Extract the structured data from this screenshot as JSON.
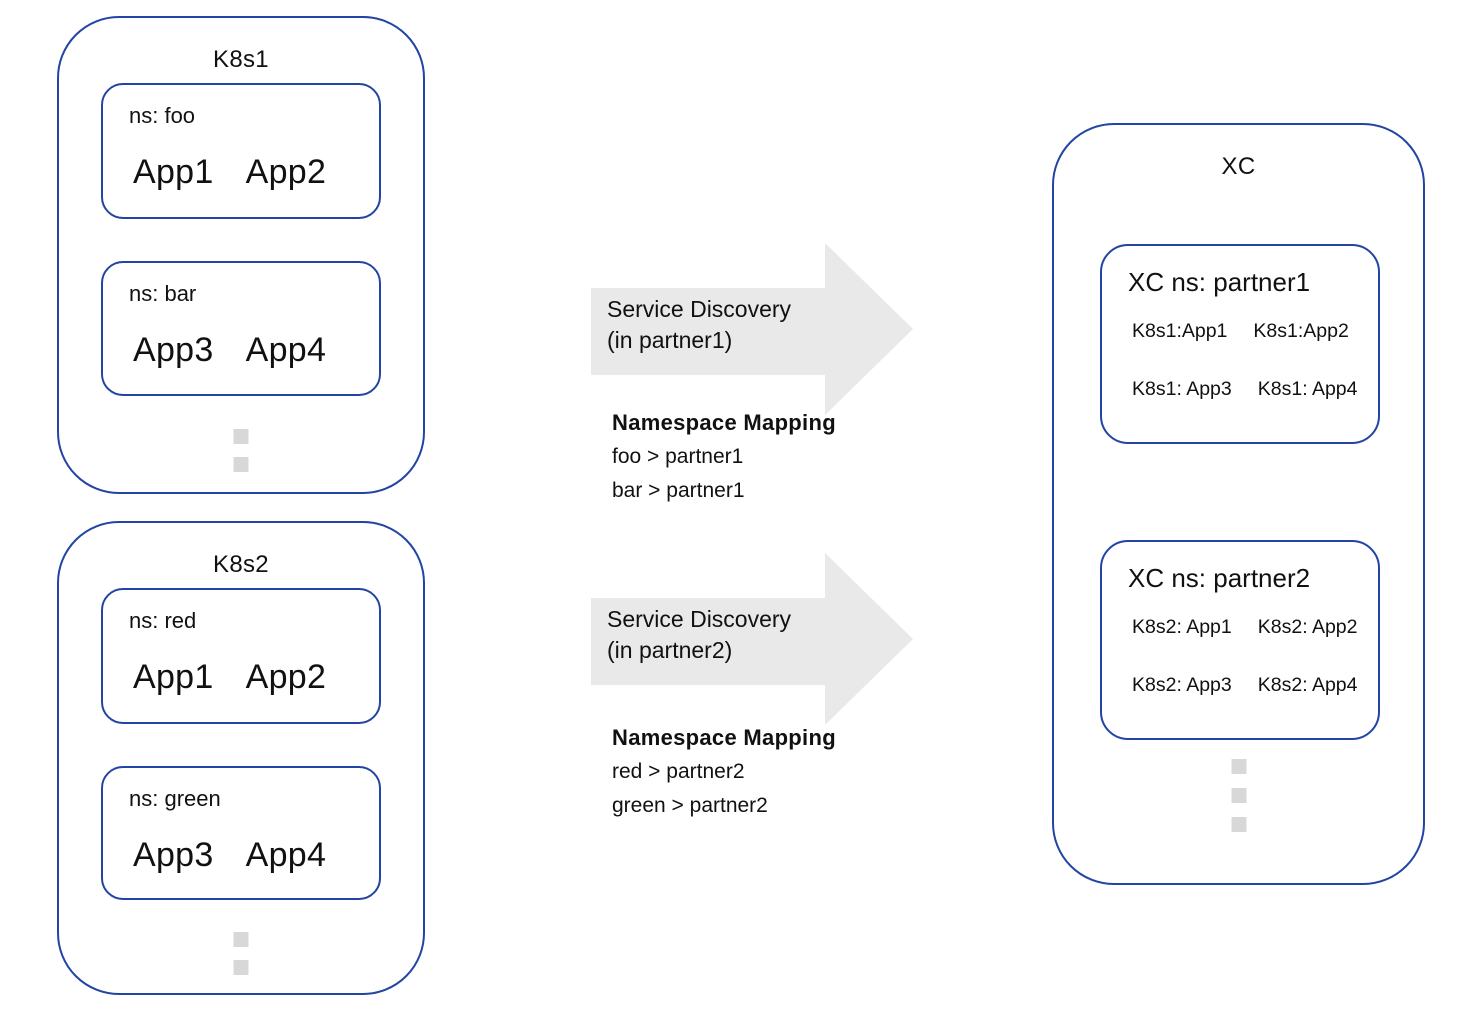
{
  "colors": {
    "border_blue": "#2245a3",
    "arrow_gray": "#e9e9e9",
    "dot_gray": "#d8d8d8",
    "text": "#111111"
  },
  "clusters": [
    {
      "title": "K8s1",
      "namespaces": [
        {
          "label": "ns: foo",
          "apps": [
            "App1",
            "App2"
          ]
        },
        {
          "label": "ns: bar",
          "apps": [
            "App3",
            "App4"
          ]
        }
      ]
    },
    {
      "title": "K8s2",
      "namespaces": [
        {
          "label": "ns: red",
          "apps": [
            "App1",
            "App2"
          ]
        },
        {
          "label": "ns: green",
          "apps": [
            "App3",
            "App4"
          ]
        }
      ]
    }
  ],
  "flows": [
    {
      "arrow_line1": "Service Discovery",
      "arrow_line2": "(in partner1)",
      "mapping_title": "Namespace Mapping",
      "mappings": [
        "foo > partner1",
        "bar > partner1"
      ]
    },
    {
      "arrow_line1": "Service Discovery",
      "arrow_line2": "(in partner2)",
      "mapping_title": "Namespace Mapping",
      "mappings": [
        "red > partner2",
        "green > partner2"
      ]
    }
  ],
  "xc": {
    "title": "XC",
    "namespaces": [
      {
        "label": "XC ns: partner1",
        "rows": [
          [
            "K8s1:App1",
            "K8s1:App2"
          ],
          [
            "K8s1: App3",
            "K8s1: App4"
          ]
        ]
      },
      {
        "label": "XC ns: partner2",
        "rows": [
          [
            "K8s2: App1",
            "K8s2: App2"
          ],
          [
            "K8s2: App3",
            "K8s2: App4"
          ]
        ]
      }
    ]
  }
}
